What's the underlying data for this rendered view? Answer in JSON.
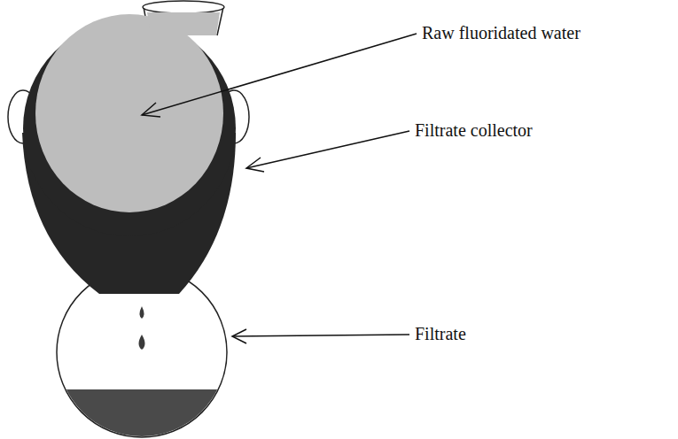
{
  "diagram": {
    "labels": [
      "Raw fluoridated water",
      "Filtrate collector",
      "Filtrate"
    ]
  }
}
